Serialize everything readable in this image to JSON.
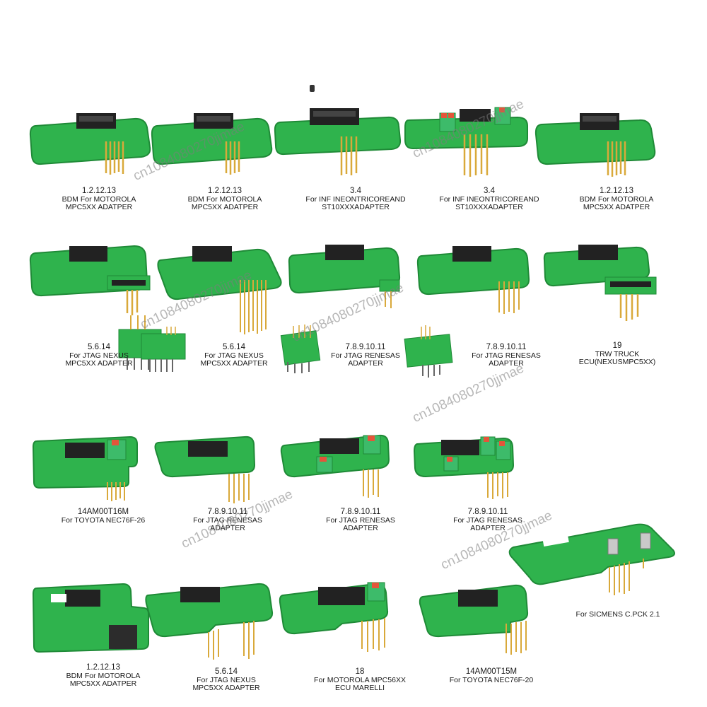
{
  "watermark": "cn1084080270jjmae",
  "colors": {
    "pcb": "#2fb34d",
    "pcb_dark": "#1f8a37",
    "header": "#222222",
    "pins": "#d9a93a",
    "terminal": "#3dbb6a",
    "terminal_top": "#e4553a"
  },
  "captions": {
    "r1c1": {
      "num": "1.2.12.13",
      "l1": "BDM For MOTOROLA",
      "l2": "MPC5XX ADATPER"
    },
    "r1c2": {
      "num": "1.2.12.13",
      "l1": "BDM For MOTOROLA",
      "l2": "MPC5XX ADATPER"
    },
    "r1c3": {
      "num": "3.4",
      "l1": "For INF INEONTRICOREAND",
      "l2": "ST10XXXADAPTER"
    },
    "r1c4": {
      "num": "3.4",
      "l1": "For INF INEONTRICOREAND",
      "l2": "ST10XXXADAPTER"
    },
    "r1c5": {
      "num": "1.2.12.13",
      "l1": "BDM For MOTOROLA",
      "l2": "MPC5XX ADATPER"
    },
    "r2c1": {
      "num": "5.6.14",
      "l1": "For JTAG NEXUS",
      "l2": "MPC5XX ADAPTER"
    },
    "r2c2": {
      "num": "5.6.14",
      "l1": "For JTAG NEXUS",
      "l2": "MPC5XX ADAPTER"
    },
    "r2c3": {
      "num": "7.8.9.10.11",
      "l1": "For JTAG RENESAS",
      "l2": "ADAPTER"
    },
    "r2c4": {
      "num": "7.8.9.10.11",
      "l1": "For JTAG RENESAS",
      "l2": "ADAPTER"
    },
    "r2c5": {
      "num": "19",
      "l1": "TRW TRUCK",
      "l2": "ECU(NEXUSMPC5XX)"
    },
    "r3c1": {
      "num": "14AM00T16M",
      "l1": "For TOYOTA NEC76F-26"
    },
    "r3c2": {
      "num": "7.8.9.10.11",
      "l1": "For JTAG RENESAS",
      "l2": "ADAPTER"
    },
    "r3c3": {
      "num": "7.8.9.10.11",
      "l1": "For JTAG RENESAS",
      "l2": "ADAPTER"
    },
    "r3c4": {
      "num": "7.8.9.10.11",
      "l1": "For JTAG RENESAS",
      "l2": "ADAPTER"
    },
    "r3c5": {
      "l1": "For SICMENS C.PCK 2.1"
    },
    "r4c1": {
      "num": "1.2.12.13",
      "l1": "BDM For MOTOROLA",
      "l2": "MPC5XX ADATPER"
    },
    "r4c2": {
      "num": "5.6.14",
      "l1": "For JTAG NEXUS",
      "l2": "MPC5XX ADAPTER"
    },
    "r4c3": {
      "num": "18",
      "l1": "For MOTOROLA MPC56XX",
      "l2": "ECU MARELLI"
    },
    "r4c4": {
      "num": "14AM00T15M",
      "l1": "For TOYOTA NEC76F-20"
    }
  }
}
